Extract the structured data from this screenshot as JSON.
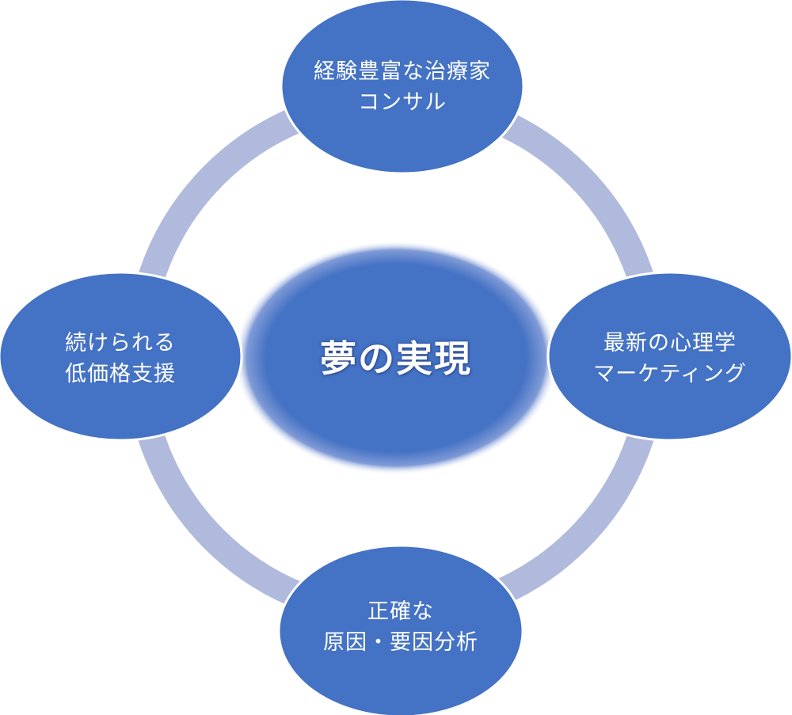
{
  "diagram": {
    "type": "cycle",
    "center": {
      "label": "夢の実現"
    },
    "nodes": [
      {
        "id": "top",
        "lines": [
          "経験豊富な治療家",
          "コンサル"
        ]
      },
      {
        "id": "right",
        "lines": [
          "最新の心理学",
          "マーケティング"
        ]
      },
      {
        "id": "bottom",
        "lines": [
          "正確な",
          "原因・要因分析"
        ]
      },
      {
        "id": "left",
        "lines": [
          "続けられる",
          "低価格支援"
        ]
      }
    ],
    "colors": {
      "node_fill": "#4472c4",
      "ring": "#b0badd",
      "node_stroke": "#ffffff",
      "text": "#ffffff"
    }
  }
}
